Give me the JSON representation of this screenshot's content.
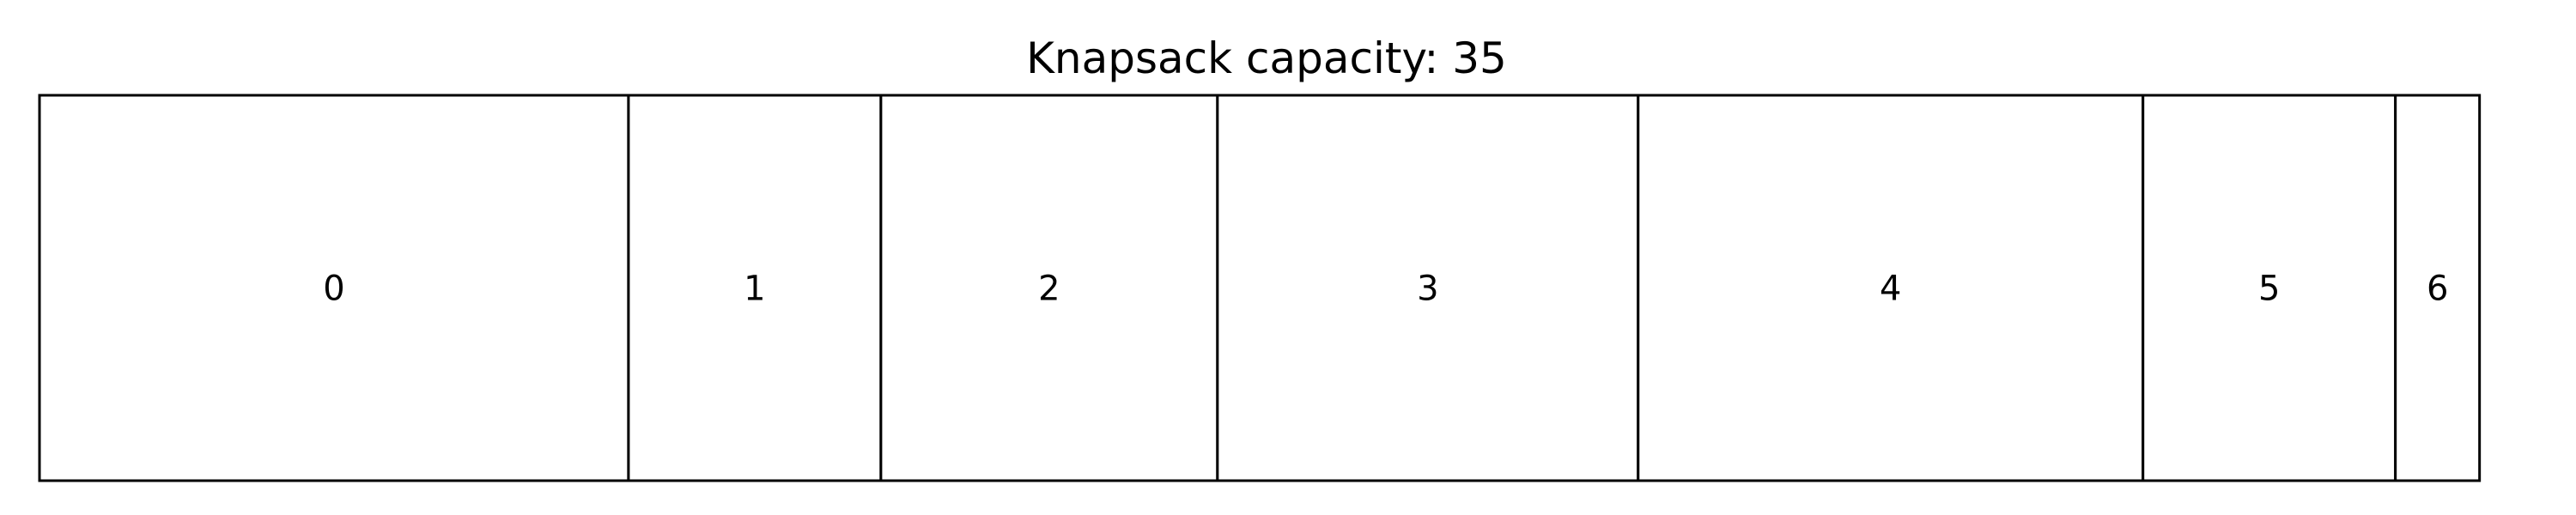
{
  "title": "Knapsack capacity: 35",
  "capacity": 35,
  "items": [
    {
      "label": "0",
      "weight": 8.4
    },
    {
      "label": "1",
      "weight": 3.6
    },
    {
      "label": "2",
      "weight": 4.8
    },
    {
      "label": "3",
      "weight": 6.0
    },
    {
      "label": "4",
      "weight": 7.2
    },
    {
      "label": "5",
      "weight": 3.6
    },
    {
      "label": "6",
      "weight": 1.2
    }
  ],
  "colors": {
    "fill": "#ffffff",
    "stroke": "#000000"
  }
}
